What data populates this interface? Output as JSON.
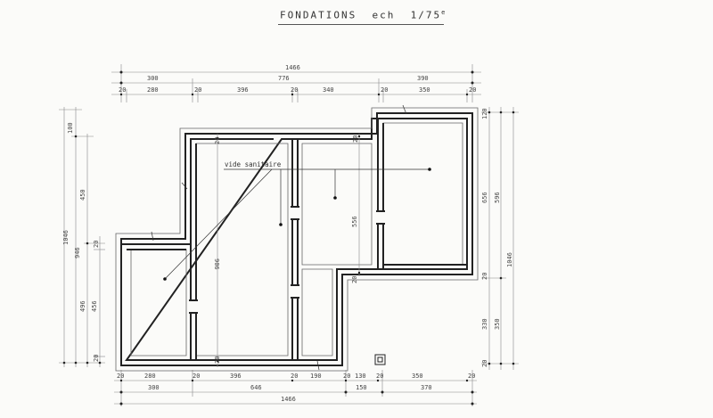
{
  "title": {
    "text": "FONDATIONS",
    "scale_prefix": "ech",
    "scale": "1/75",
    "scale_superscript": "e"
  },
  "label": {
    "vide_sanitaire": "vide sanitaire"
  },
  "dimensions": {
    "top": {
      "overall": "1466",
      "row2": [
        "300",
        "776",
        "390"
      ],
      "row3": [
        "20",
        "280",
        "20",
        "396",
        "20",
        "340",
        "20",
        "350",
        "20"
      ]
    },
    "bottom": {
      "row1": [
        "20",
        "280",
        "20",
        "396",
        "20",
        "190",
        "20",
        "130",
        "20",
        "350",
        "20"
      ],
      "row2": [
        "300",
        "646",
        "150",
        "370"
      ],
      "overall": "1466"
    },
    "left": {
      "overall": "1046",
      "row2": [
        "100",
        "946"
      ],
      "row3": [
        "450",
        "496"
      ],
      "row4": [
        "20",
        "456",
        "20"
      ]
    },
    "right": {
      "inner": [
        "120",
        "656",
        "20",
        "330",
        "20"
      ],
      "mid": [
        "596",
        "350"
      ],
      "overall": "1046"
    },
    "interior": {
      "h906": "906",
      "h556": "556",
      "w20a": "20",
      "w20b": "20",
      "w20c": "20",
      "w20d": "20"
    }
  },
  "colors": {
    "paper": "#fbfbf9",
    "ink": "#222222",
    "dim_line": "#888888"
  }
}
